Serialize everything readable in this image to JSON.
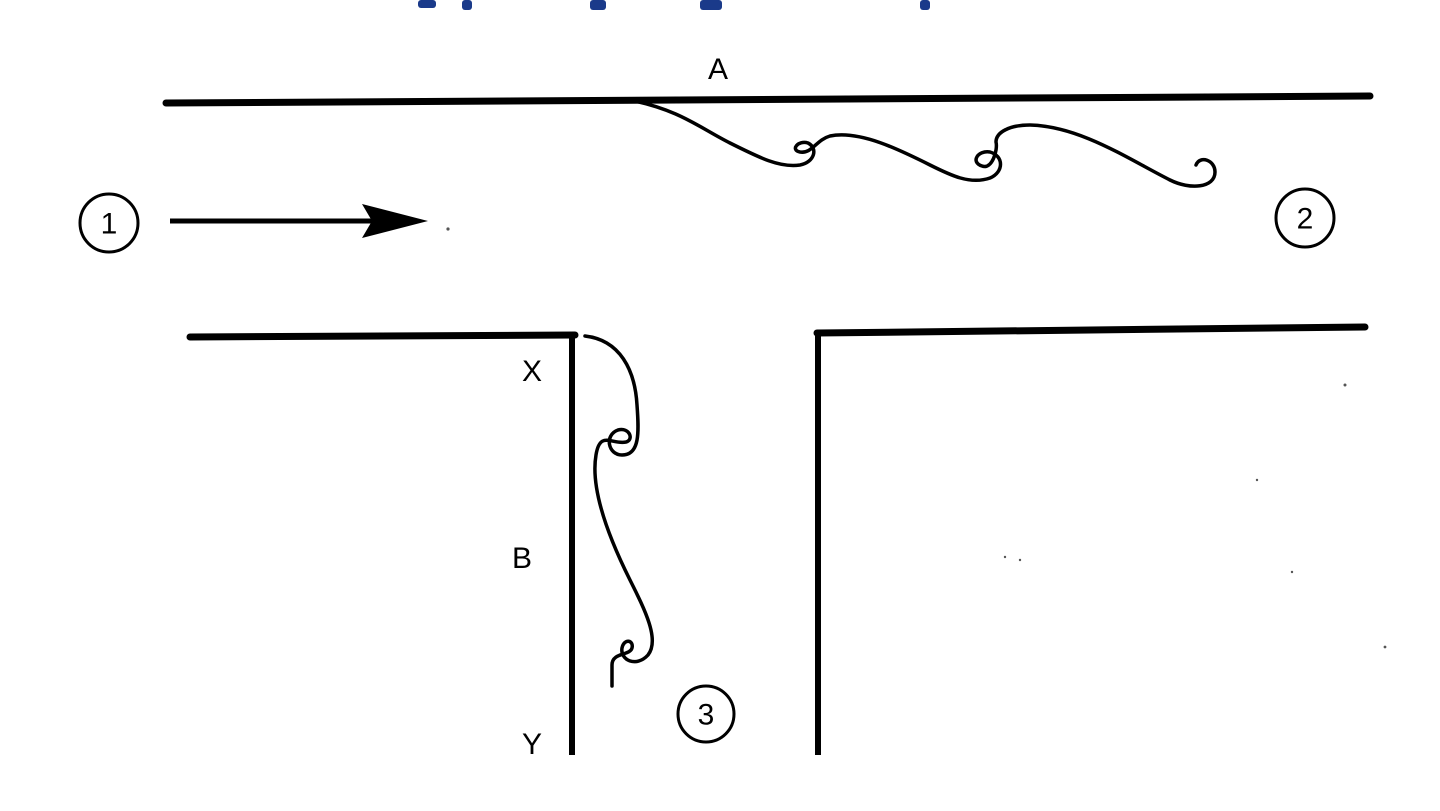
{
  "diagram": {
    "labels": {
      "top_wall": "A",
      "corner_top": "X",
      "branch_wall": "B",
      "corner_bottom": "Y"
    },
    "stations": {
      "inlet": "1",
      "main_outlet": "2",
      "branch_outlet": "3"
    },
    "colors": {
      "line": "#000000",
      "background": "#ffffff",
      "cut_off_text": "#1a3a8a"
    }
  }
}
